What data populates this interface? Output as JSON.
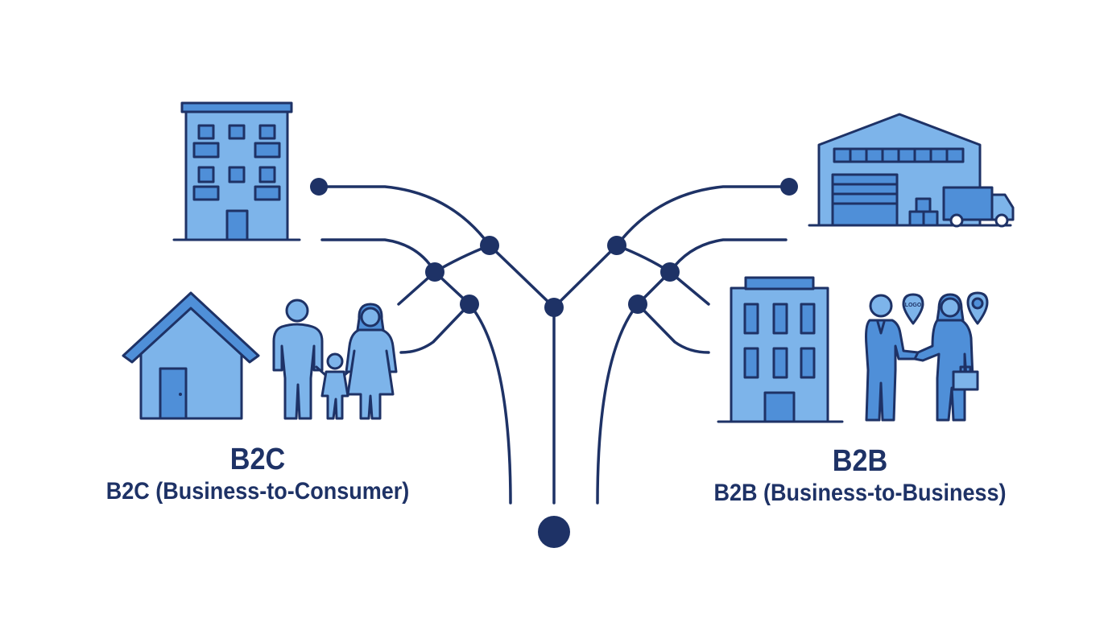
{
  "b2c": {
    "title": "B2C",
    "subtitle": "B2C (Business-to-Consumer)"
  },
  "b2b": {
    "title": "B2B",
    "subtitle": "B2B (Business-to-Business)",
    "pin_text": "LOGO"
  },
  "colors": {
    "stroke": "#1e3266",
    "fill_light": "#7db4ea",
    "fill_mid": "#4f8fd8",
    "node": "#1e3266"
  },
  "icons": [
    "apartment-building-icon",
    "house-icon",
    "family-icon",
    "warehouse-icon",
    "delivery-truck-icon",
    "office-building-icon",
    "handshake-people-icon",
    "location-pin-icon"
  ]
}
